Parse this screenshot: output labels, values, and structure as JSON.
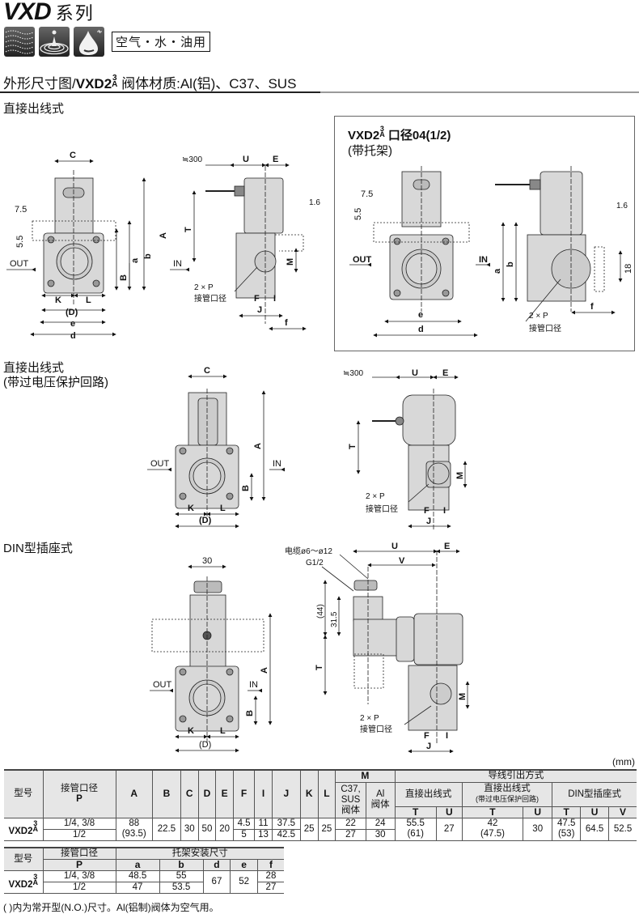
{
  "header": {
    "series_model": "VXD",
    "series_suffix": "系列",
    "media_icons": [
      "air-icon",
      "water-icon",
      "oil-icon"
    ],
    "media_label": "空气・水・油用",
    "dim_title_prefix": "外形尺寸图/",
    "dim_title_model": "VXD2",
    "dim_title_sup": "3",
    "dim_title_sub": "A",
    "dim_title_suffix": " 阀体材质:Al(铝)、C37、SUS"
  },
  "sections": {
    "direct": {
      "label": "直接出线式"
    },
    "direct_surge": {
      "label_1": "直接出线式",
      "label_2": "(带过电压保护回路)"
    },
    "din": {
      "label": "DIN型插座式"
    },
    "bracket": {
      "model": "VXD2",
      "sup": "3",
      "sub": "A",
      "title_rest": " 口径04(1/2)",
      "subtitle": "(带托架)"
    }
  },
  "drawing_labels": {
    "out": "OUT",
    "in": "IN",
    "A": "A",
    "B": "B",
    "C": "C",
    "D": "(D)",
    "E": "E",
    "F": "F",
    "I": "I",
    "J": "J",
    "K": "K",
    "L": "L",
    "M": "M",
    "T": "T",
    "U": "U",
    "V": "V",
    "a": "a",
    "b": "b",
    "d": "d",
    "e": "e",
    "f": "f",
    "d75": "7.5",
    "d55": "5.5",
    "d16": "1.6",
    "d18": "18",
    "d30": "30",
    "d315": "31.5",
    "d44": "(44)",
    "lead": "≒300",
    "port_count": "2 × P",
    "port_label": "接管口径",
    "cable": "电缆ø6～ø12",
    "g12": "G1/2"
  },
  "table_main": {
    "unit": "(mm)",
    "headers": {
      "model": "型号",
      "port": "接管口径",
      "port_sym": "P",
      "cols": [
        "A",
        "B",
        "C",
        "D",
        "E",
        "F",
        "I",
        "J",
        "K",
        "L"
      ],
      "M": "M",
      "M_sub": [
        "C37, SUS 阀体",
        "Al 阀体"
      ],
      "M_sub1a": "C37,",
      "M_sub1b": "SUS",
      "M_sub1c": "阀体",
      "M_sub2a": "Al",
      "M_sub2b": "阀体",
      "lead": "导线引出方式",
      "lead_groups": [
        "直接出线式",
        "直接出线式",
        "DIN型插座式"
      ],
      "lead_group2_note": "(带过电压保护回路)",
      "TU": [
        "T",
        "U",
        "T",
        "U",
        "T",
        "U",
        "V"
      ]
    },
    "model": "VXD2",
    "model_sup": "3",
    "model_sub": "A",
    "rows": [
      {
        "port": "1/4, 3/8",
        "F": "4.5",
        "I": "11",
        "J": "37.5",
        "M_c37": "22",
        "M_al": "24"
      },
      {
        "port": "1/2",
        "F": "5",
        "I": "13",
        "J": "42.5",
        "M_c37": "27",
        "M_al": "30"
      }
    ],
    "shared": {
      "A": "88",
      "A_no": "(93.5)",
      "B": "22.5",
      "C": "30",
      "D": "50",
      "E": "20",
      "K": "25",
      "L": "25",
      "direct_T": "55.5",
      "direct_T_no": "(61)",
      "direct_U": "27",
      "surge_T": "42",
      "surge_T_no": "(47.5)",
      "surge_U": "30",
      "din_T": "47.5",
      "din_T_no": "(53)",
      "din_U": "64.5",
      "din_V": "52.5"
    }
  },
  "table_bracket": {
    "headers": {
      "model": "型号",
      "port": "接管口径",
      "port_sym": "P",
      "group": "托架安装尺寸",
      "cols": [
        "a",
        "b",
        "d",
        "e",
        "f"
      ]
    },
    "model": "VXD2",
    "model_sup": "3",
    "model_sub": "A",
    "rows": [
      {
        "port": "1/4, 3/8",
        "a": "48.5",
        "b": "55",
        "f": "28"
      },
      {
        "port": "1/2",
        "a": "47",
        "b": "53.5",
        "f": "27"
      }
    ],
    "shared": {
      "d": "67",
      "e": "52"
    }
  },
  "footnote": "( )内为常开型(N.O.)尺寸。Al(铝制)阀体为空气用。"
}
